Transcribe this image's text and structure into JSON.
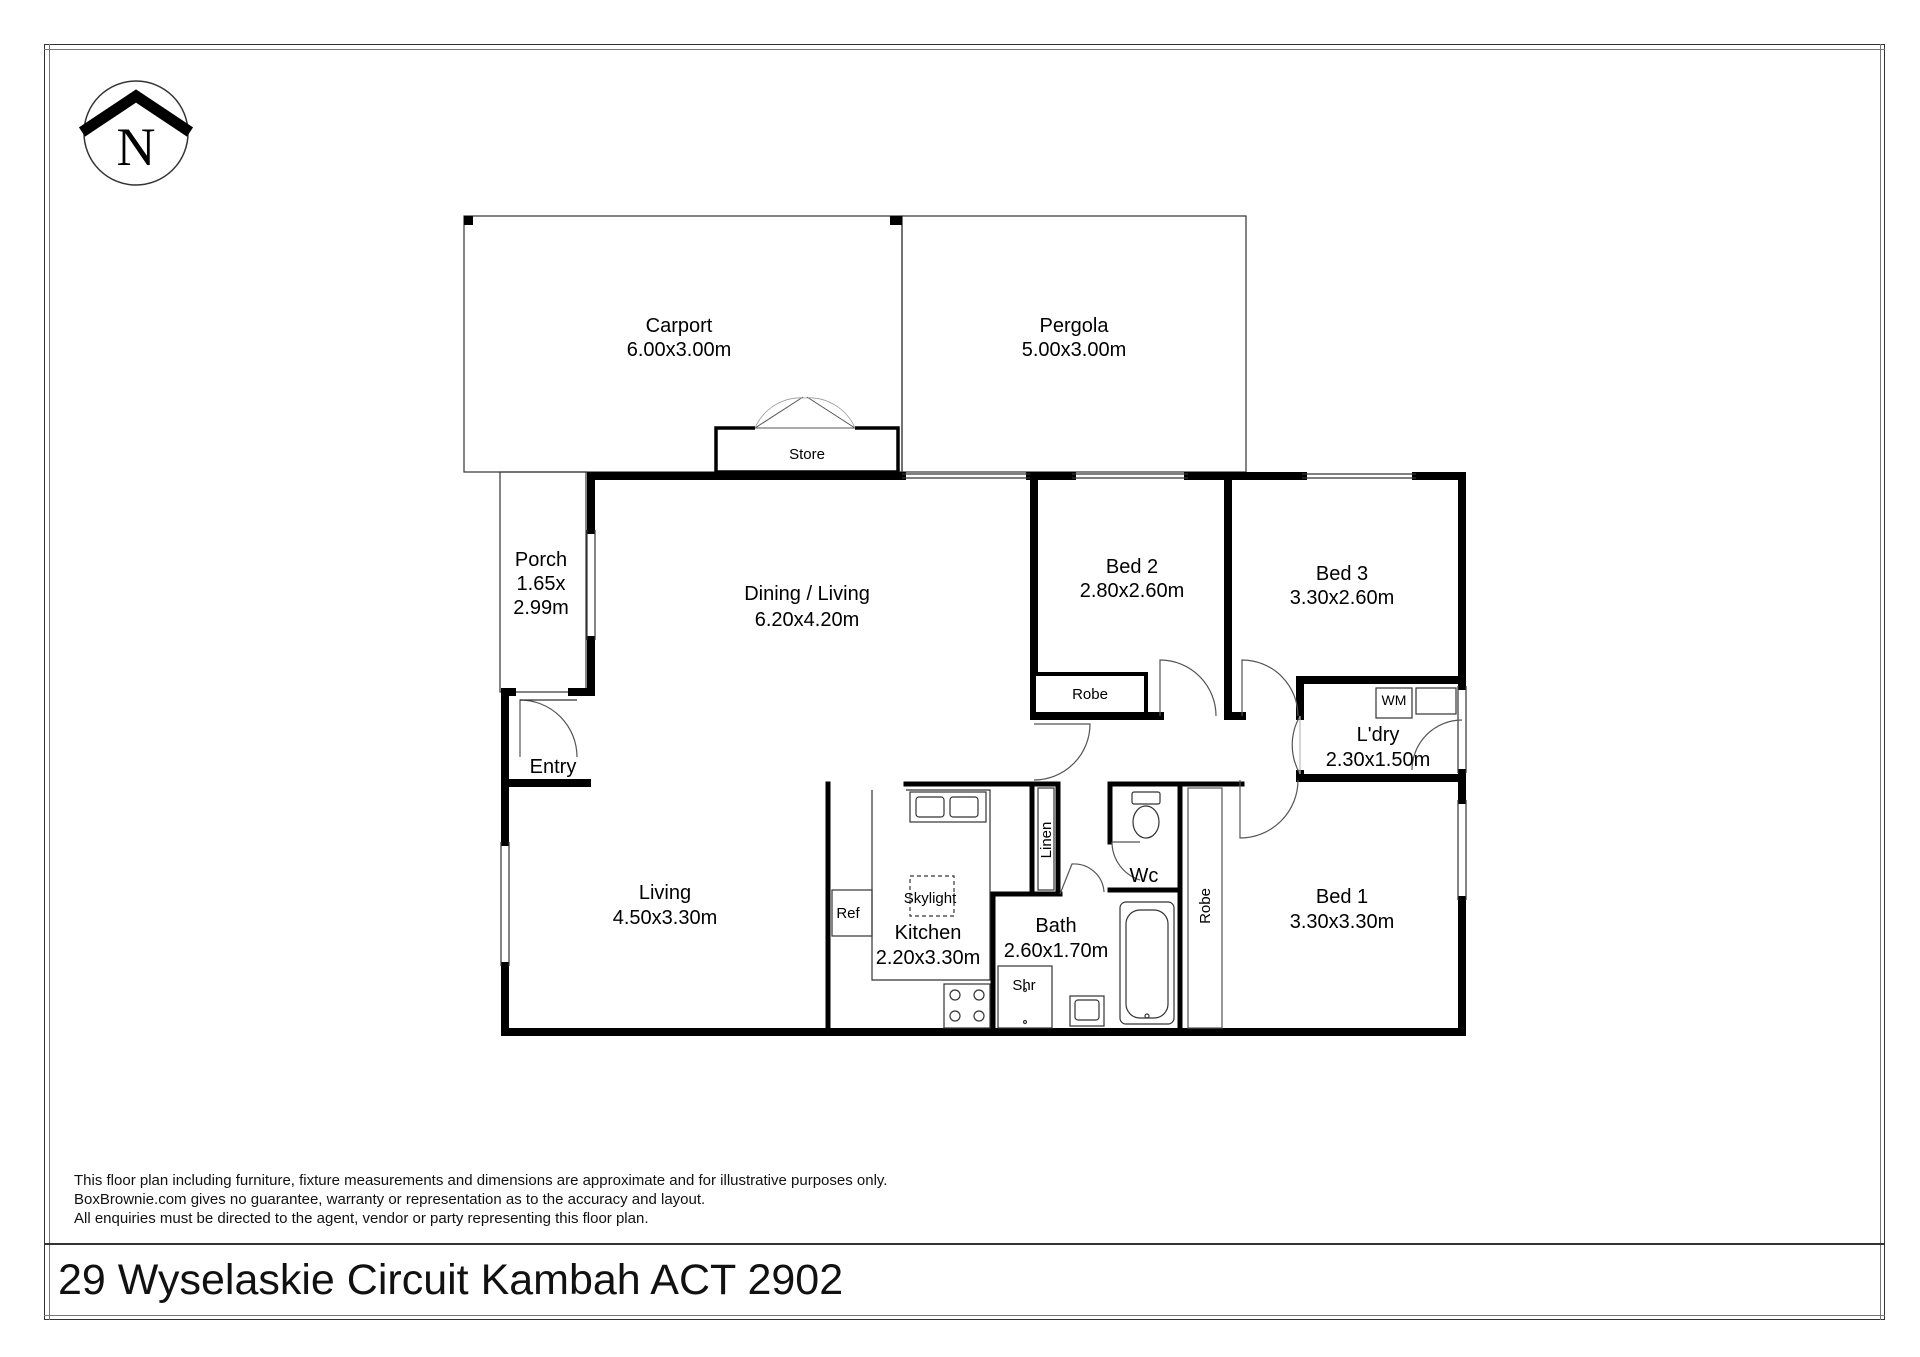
{
  "compass": {
    "letter": "N"
  },
  "rooms": {
    "carport": {
      "name": "Carport",
      "dims": "6.00x3.00m"
    },
    "pergola": {
      "name": "Pergola",
      "dims": "5.00x3.00m"
    },
    "store": {
      "name": "Store"
    },
    "porch": {
      "name": "Porch",
      "dims_line1": "1.65x",
      "dims_line2": "2.99m"
    },
    "dining_living": {
      "name": "Dining / Living",
      "dims": "6.20x4.20m"
    },
    "bed2": {
      "name": "Bed 2",
      "dims": "2.80x2.60m"
    },
    "bed3": {
      "name": "Bed 3",
      "dims": "3.30x2.60m"
    },
    "robe_bed2": {
      "name": "Robe"
    },
    "laundry": {
      "name": "L'dry",
      "dims": "2.30x1.50m",
      "appliance": "WM"
    },
    "entry": {
      "name": "Entry"
    },
    "living": {
      "name": "Living",
      "dims": "4.50x3.30m"
    },
    "kitchen": {
      "name": "Kitchen",
      "dims": "2.20x3.30m",
      "skylight": "Skylight",
      "fridge": "Ref"
    },
    "linen": {
      "name": "Linen"
    },
    "wc": {
      "name": "Wc"
    },
    "bath": {
      "name": "Bath",
      "dims": "2.60x1.70m",
      "shower": "Shr"
    },
    "robe_bed1": {
      "name": "Robe"
    },
    "bed1": {
      "name": "Bed 1",
      "dims": "3.30x3.30m"
    }
  },
  "disclaimer": {
    "line1": "This floor plan including furniture, fixture measurements and dimensions are approximate and for illustrative purposes only.",
    "line2": "BoxBrownie.com gives no guarantee, warranty or representation as to the accuracy and layout.",
    "line3": "All enquiries must be directed to the agent, vendor or party representing this floor plan."
  },
  "address": "29 Wyselaskie Circuit Kambah ACT 2902",
  "colors": {
    "wall": "#000000",
    "line": "#333333",
    "background": "#ffffff"
  }
}
